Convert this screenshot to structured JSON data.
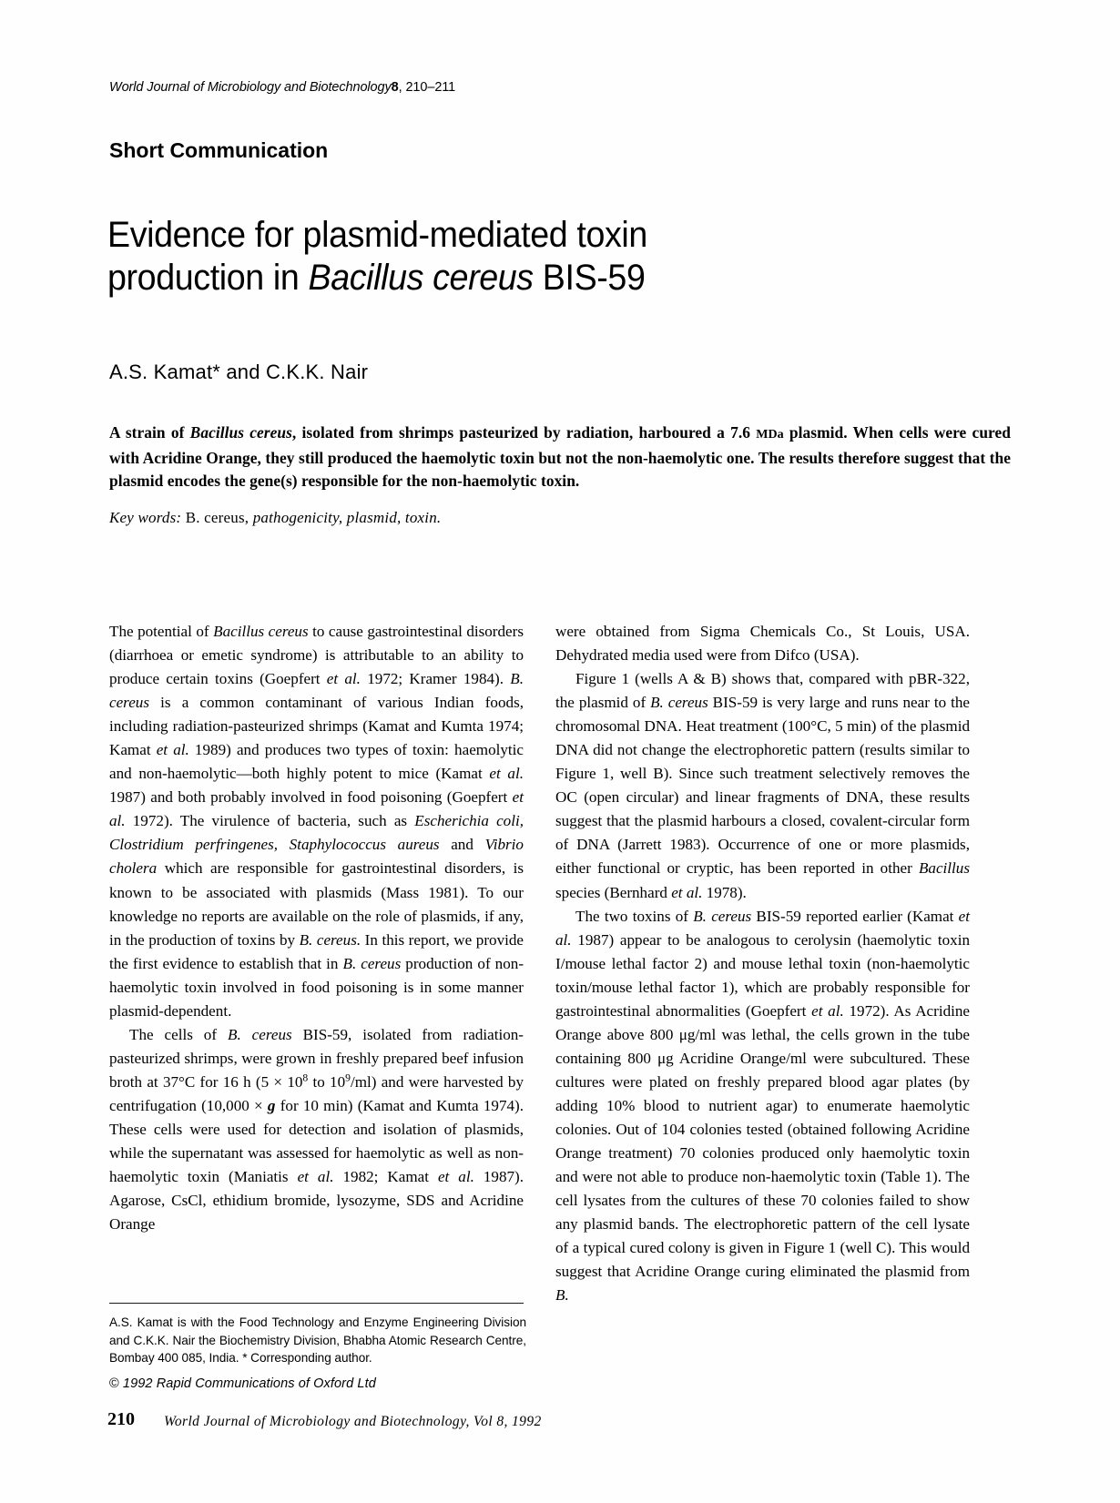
{
  "running_head": {
    "journal": "World Journal of Microbiology and Biotechnology",
    "volume": "8",
    "pages": ", 210–211"
  },
  "kicker": "Short Communication",
  "title": {
    "line1_pre": "Evidence for plasmid-mediated toxin",
    "line2_pre": "production in ",
    "species": "Bacillus cereus",
    "line2_post": " BIS-59"
  },
  "authors": "A.S. Kamat* and C.K.K. Nair",
  "abstract": {
    "s1": "A strain of ",
    "species1": "Bacillus cereus",
    "s2": ", isolated from shrimps pasteurized by radiation, harboured a 7.6 ",
    "mda": "MDa",
    "s3": " plasmid. When cells were cured with Acridine Orange, they still produced the haemolytic toxin but not the non-haemolytic one. The results therefore suggest that the plasmid encodes the gene(s) responsible for the non-haemolytic toxin."
  },
  "keywords": {
    "label": "Key words:",
    "value": " B. cereus, ",
    "terms": "pathogenicity, plasmid, toxin."
  },
  "body": {
    "left": [
      {
        "indent": false,
        "runs": [
          {
            "t": "The potential of ",
            "s": "r"
          },
          {
            "t": "Bacillus cereus",
            "s": "i"
          },
          {
            "t": " to cause gastrointestinal disorders (diarrhoea or emetic syndrome) is attributable to an ability to produce certain toxins (Goepfert ",
            "s": "r"
          },
          {
            "t": "et al.",
            "s": "i"
          },
          {
            "t": " 1972; Kramer 1984). ",
            "s": "r"
          },
          {
            "t": "B. cereus",
            "s": "i"
          },
          {
            "t": " is a common contaminant of various Indian foods, including radiation-pasteurized shrimps (Kamat and Kumta 1974; Kamat ",
            "s": "r"
          },
          {
            "t": "et al.",
            "s": "i"
          },
          {
            "t": " 1989) and produces two types of toxin: haemolytic and non-haemolytic—both highly potent to mice (Kamat ",
            "s": "r"
          },
          {
            "t": "et al.",
            "s": "i"
          },
          {
            "t": " 1987) and both probably involved in food poisoning (Goepfert ",
            "s": "r"
          },
          {
            "t": "et al.",
            "s": "i"
          },
          {
            "t": " 1972). The virulence of bacteria, such as ",
            "s": "r"
          },
          {
            "t": "Escherichia coli, Clostridium perfringenes, Staphylococcus aureus",
            "s": "i"
          },
          {
            "t": " and ",
            "s": "r"
          },
          {
            "t": "Vibrio cholera",
            "s": "i"
          },
          {
            "t": " which are responsible for gastrointestinal disorders, is known to be associated with plasmids (Mass 1981). To our knowledge no reports are available on the role of plasmids, if any, in the production of toxins by ",
            "s": "r"
          },
          {
            "t": "B. cereus.",
            "s": "i"
          },
          {
            "t": " In this report, we provide the first evidence to establish that in ",
            "s": "r"
          },
          {
            "t": "B. cereus",
            "s": "i"
          },
          {
            "t": " production of non-haemolytic toxin involved in food poisoning is in some manner plasmid-dependent.",
            "s": "r"
          }
        ]
      },
      {
        "indent": true,
        "runs": [
          {
            "t": "The cells of ",
            "s": "r"
          },
          {
            "t": "B. cereus",
            "s": "i"
          },
          {
            "t": " BIS-59, isolated from radiation-pasteurized shrimps, were grown in freshly prepared beef infusion broth at 37°C for 16 h (5 × 10",
            "s": "r"
          },
          {
            "t": "8",
            "s": "sup"
          },
          {
            "t": " to 10",
            "s": "r"
          },
          {
            "t": "9",
            "s": "sup"
          },
          {
            "t": "/ml) and were harvested by centrifugation (10,000 × ",
            "s": "r"
          },
          {
            "t": "g",
            "s": "bi"
          },
          {
            "t": " for 10 min) (Kamat and Kumta 1974). These cells were used for detection and isolation of plasmids, while the supernatant was assessed for haemolytic as well as non-haemolytic toxin (Maniatis ",
            "s": "r"
          },
          {
            "t": "et al.",
            "s": "i"
          },
          {
            "t": " 1982; Kamat ",
            "s": "r"
          },
          {
            "t": "et al.",
            "s": "i"
          },
          {
            "t": " 1987). Agarose, CsCl, ethidium bromide, lysozyme, SDS and Acridine Orange",
            "s": "r"
          }
        ]
      }
    ],
    "right": [
      {
        "indent": false,
        "runs": [
          {
            "t": "were obtained from Sigma Chemicals Co., St Louis, USA. Dehydrated media used were from Difco (USA).",
            "s": "r"
          }
        ]
      },
      {
        "indent": true,
        "runs": [
          {
            "t": "Figure 1 (wells A & B) shows that, compared with pBR-322, the plasmid of ",
            "s": "r"
          },
          {
            "t": "B. cereus",
            "s": "i"
          },
          {
            "t": " BIS-59 is very large and runs near to the chromosomal DNA. Heat treatment (100°C, 5 min) of the plasmid DNA did not change the electrophoretic pattern (results similar to Figure 1, well B). Since such treatment selectively removes the OC (open circular) and linear fragments of DNA, these results suggest that the plasmid harbours a closed, covalent-circular form of DNA (Jarrett 1983). Occurrence of one or more plasmids, either functional or cryptic, has been reported in other ",
            "s": "r"
          },
          {
            "t": "Bacillus",
            "s": "i"
          },
          {
            "t": " species (Bernhard ",
            "s": "r"
          },
          {
            "t": "et al.",
            "s": "i"
          },
          {
            "t": " 1978).",
            "s": "r"
          }
        ]
      },
      {
        "indent": true,
        "runs": [
          {
            "t": "The two toxins of ",
            "s": "r"
          },
          {
            "t": "B. cereus",
            "s": "i"
          },
          {
            "t": " BIS-59 reported earlier (Kamat ",
            "s": "r"
          },
          {
            "t": "et al.",
            "s": "i"
          },
          {
            "t": " 1987) appear to be analogous to cerolysin (haemolytic toxin I/mouse lethal factor 2) and mouse lethal toxin (non-haemolytic toxin/mouse lethal factor 1), which are probably responsible for gastrointestinal abnormalities (Goepfert ",
            "s": "r"
          },
          {
            "t": "et al.",
            "s": "i"
          },
          {
            "t": " 1972). As Acridine Orange above 800 μg/ml was lethal, the cells grown in the tube containing 800 μg Acridine Orange/ml were subcultured. These cultures were plated on freshly prepared blood agar plates (by adding 10% blood to nutrient agar) to enumerate haemolytic colonies. Out of 104 colonies tested (obtained following Acridine Orange treatment) 70 colonies produced only haemolytic toxin and were not able to produce non-haemolytic toxin (Table 1). The cell lysates from the cultures of these 70 colonies failed to show any plasmid bands. The electrophoretic pattern of the cell lysate of a typical cured colony is given in Figure 1 (well C). This would suggest that Acridine Orange curing eliminated the plasmid from ",
            "s": "r"
          },
          {
            "t": "B.",
            "s": "i"
          }
        ]
      }
    ]
  },
  "footnote": "A.S. Kamat is with the Food Technology and Enzyme Engineering Division and C.K.K. Nair the Biochemistry Division, Bhabha Atomic Research Centre, Bombay 400 085, India. * Corresponding author.",
  "copyright": {
    "mark": "©",
    "text": " 1992 Rapid Communications of Oxford Ltd"
  },
  "folio": "210",
  "footer_journal": "World Journal of Microbiology and Biotechnology, Vol 8, 1992"
}
